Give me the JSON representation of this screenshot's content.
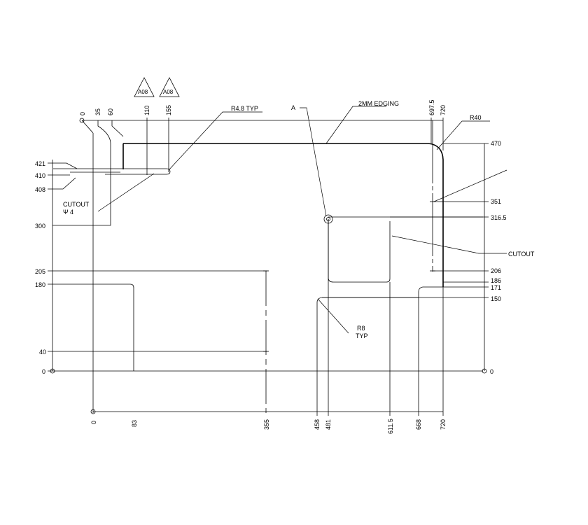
{
  "dimensions": {
    "top": [
      "0",
      "35",
      "60",
      "110",
      "155",
      "697.5",
      "720"
    ],
    "bottom": [
      "0",
      "83",
      "355",
      "458",
      "481",
      "611.5",
      "668",
      "720"
    ],
    "left": [
      "421",
      "410",
      "408",
      "300",
      "205",
      "180",
      "40",
      "0"
    ],
    "right": [
      "470",
      "351",
      "316.5",
      "206",
      "186",
      "171",
      "150",
      "0"
    ]
  },
  "revision_markers": [
    "A08",
    "A08"
  ],
  "notes": {
    "corner_radius": "R40",
    "slot_radius": "R4.8 TYP",
    "edging": "2MM EDGING",
    "section_mark": "A",
    "cutout_left_line1": "CUTOUT",
    "cutout_left_line2": "Ψ 4",
    "cutout_right": "CUTOUT",
    "inner_radius_line1": "R8",
    "inner_radius_line2": "TYP"
  }
}
